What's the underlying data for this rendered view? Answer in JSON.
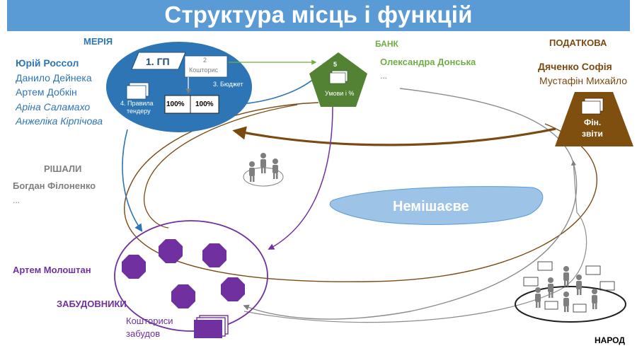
{
  "title": "Структура місць і функцій",
  "meria": {
    "heading": "МЕРІЯ",
    "people": [
      "Юрій Россол",
      "Данило Дейнека",
      "Артем Добкін",
      "Аріна Саламахо",
      "Анжеліка Кірпічова"
    ],
    "gp_label": "1. ГП",
    "koshtorys_num": "2",
    "koshtorys_label": "Кошторис",
    "budget_label": "3. Бюджет",
    "tender_line1": "4. Правила",
    "tender_line2": "тендеру",
    "pct1": "100%",
    "pct2": "100%"
  },
  "bank": {
    "heading": "БАНК",
    "person": "Олександра Донська",
    "more": "...",
    "pent_num": "5",
    "pent_label": "Умови і %"
  },
  "podatkova": {
    "heading": "ПОДАТКОВА",
    "people": [
      "Дяченко Софія",
      "Мустафін Михайло"
    ],
    "box_line1": "Фін.",
    "box_line2": "звіти"
  },
  "rishaly": {
    "heading": "РІШАЛИ",
    "person": "Богдан Філоненко",
    "more": "..."
  },
  "city": "Немішаєве",
  "zabudovnyky": {
    "person": "Артем Молоштан",
    "heading": "ЗАБУДОВНИКИ",
    "line1": "Кошториси",
    "line2": "забудов"
  },
  "narod": "НАРОД",
  "colors": {
    "title_bar": "#5b9bd5",
    "meria_blue": "#2e75b6",
    "bank_green": "#548235",
    "tax_brown": "#7f4f10",
    "builders_purple": "#7030a0",
    "lake": "#9dc3e6"
  }
}
